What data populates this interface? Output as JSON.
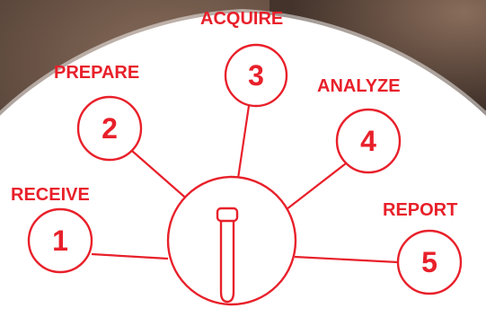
{
  "colors": {
    "accent": "#e8202a",
    "background": "#ffffff",
    "photo_dark": "#3a2c25",
    "photo_mid": "#6b5547"
  },
  "steps": [
    {
      "number": "1",
      "label": "RECEIVE"
    },
    {
      "number": "2",
      "label": "PREPARE"
    },
    {
      "number": "3",
      "label": "ACQUIRE"
    },
    {
      "number": "4",
      "label": "ANALYZE"
    },
    {
      "number": "5",
      "label": "REPORT"
    }
  ],
  "center_icon": "test-tube-icon"
}
